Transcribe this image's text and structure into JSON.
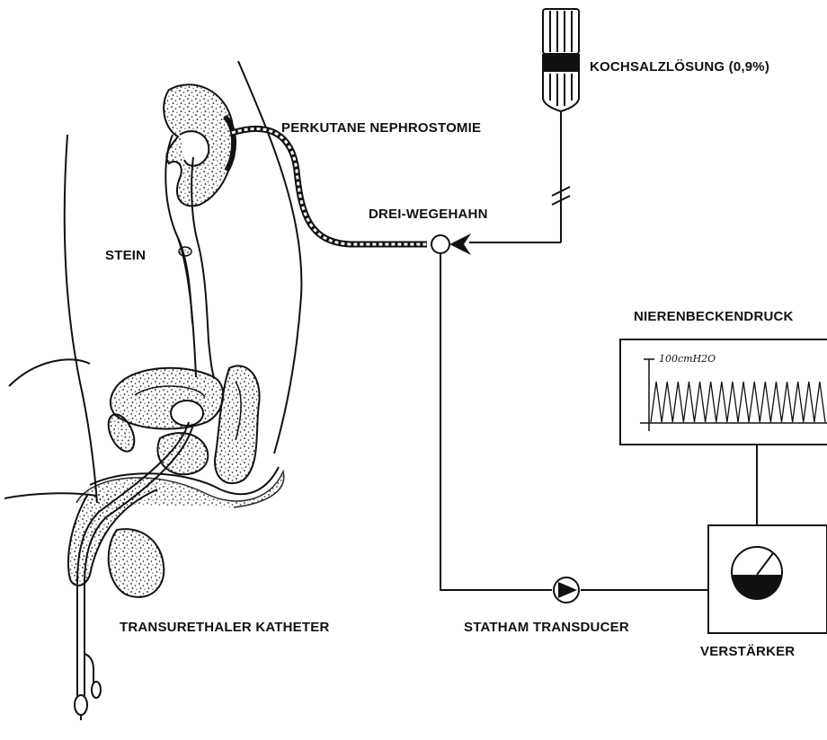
{
  "labels": {
    "saline": "KOCHSALZLÖSUNG (0,9%)",
    "nephrostomy": "PERKUTANE NEPHROSTOMIE",
    "stopcock": "DREI-WEGEHAHN",
    "stone": "STEIN",
    "pelvic_pressure": "NIERENBECKENDRUCK",
    "catheter": "TRANSURETHALER KATHETER",
    "transducer": "STATHAM TRANSDUCER",
    "amplifier": "VERSTÄRKER"
  },
  "recorder": {
    "scale_label": "100cmH2O",
    "peak_count": 16
  },
  "colors": {
    "ink": "#111111",
    "background": "#ffffff"
  }
}
